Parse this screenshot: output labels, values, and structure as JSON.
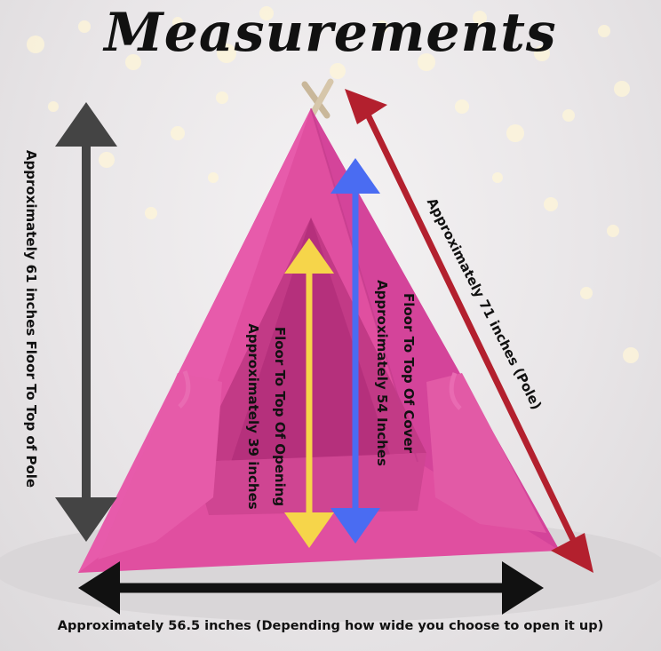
{
  "title": "Measurements",
  "labels": {
    "height_pole": "Approximately 61 inches Floor To Top of Pole",
    "pole_length": "Approximately 71 inches (Pole)",
    "cover_line1": "Floor To Top Of Cover",
    "cover_line2": "Approximately 54 Inches",
    "opening_line1": "Floor To Top Of Opening",
    "opening_line2": "Approximately 39 inches",
    "width": "Approximately 56.5 inches (Depending how wide you choose to open it up)"
  },
  "colors": {
    "pole_arrow": "#444444",
    "pole_length_arrow": "#b3202e",
    "cover_arrow": "#4a6cf2",
    "opening_arrow": "#f6d54a",
    "width_arrow": "#111111",
    "tent": "#e04fa0"
  },
  "icons": [
    "tent-illustration",
    "dimension-arrow"
  ]
}
